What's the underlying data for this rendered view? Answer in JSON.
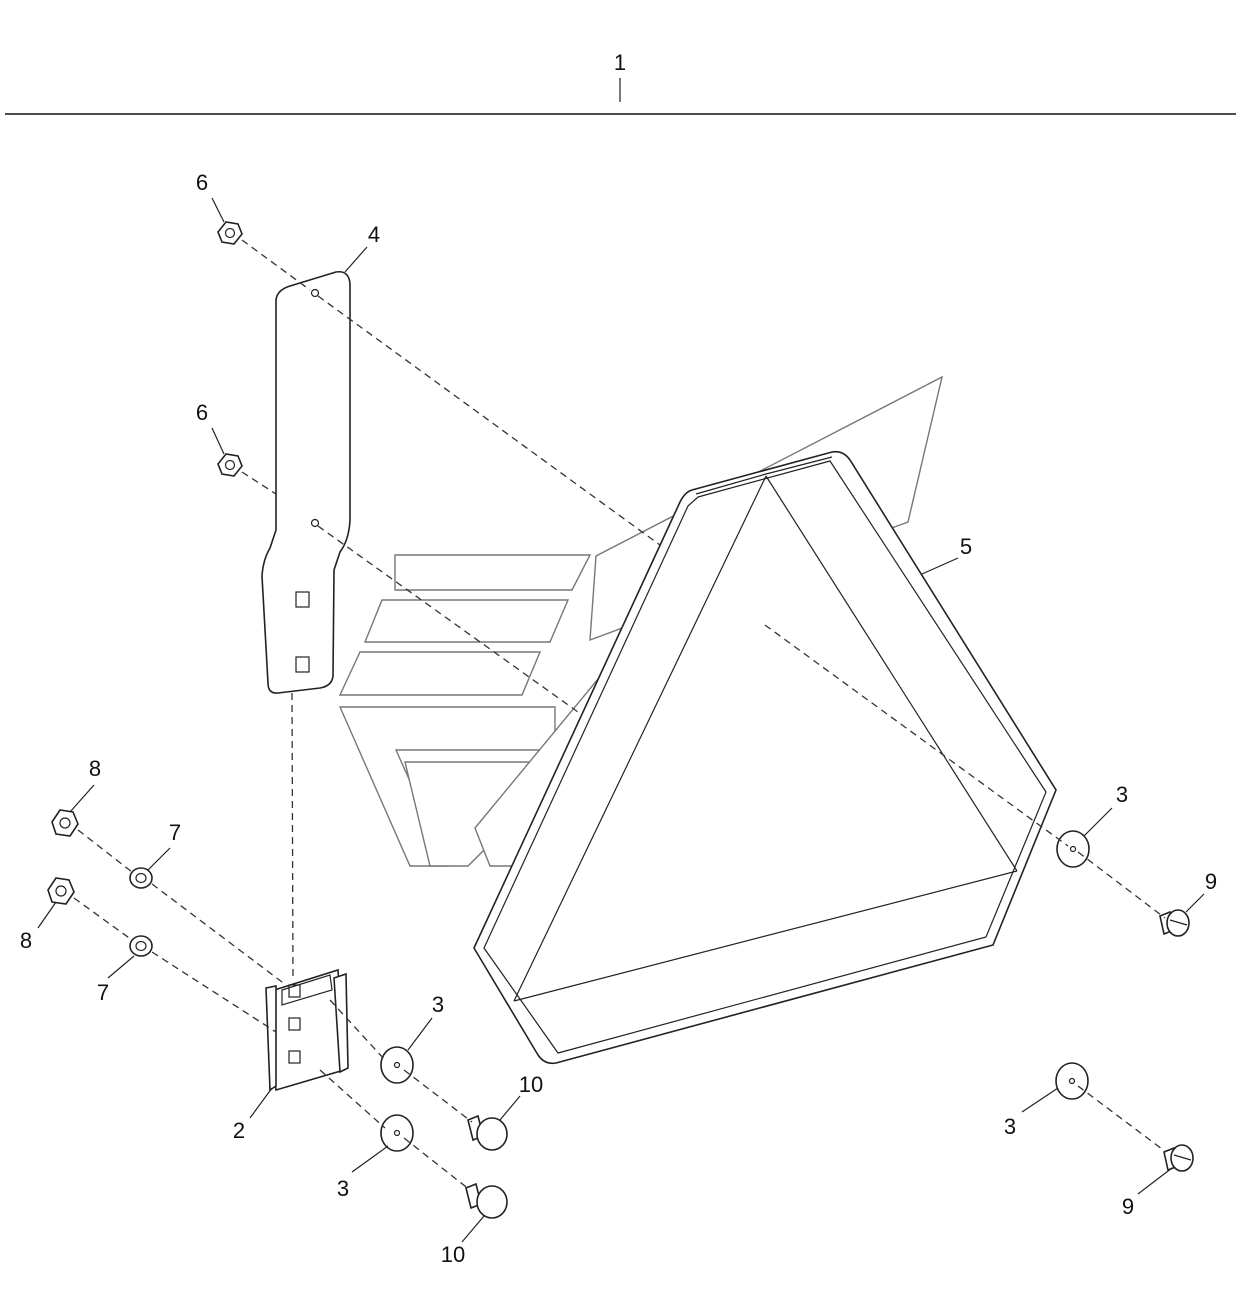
{
  "assembly": {
    "number": "1"
  },
  "callouts": {
    "c2": "2",
    "c3a": "3",
    "c3b": "3",
    "c3c": "3",
    "c3d": "3",
    "c4": "4",
    "c5": "5",
    "c6a": "6",
    "c6b": "6",
    "c7a": "7",
    "c7b": "7",
    "c8a": "8",
    "c8b": "8",
    "c9a": "9",
    "c9b": "9",
    "c10a": "10",
    "c10b": "10"
  },
  "colors": {
    "line": "#222222",
    "background": "#ffffff",
    "watermark": "#777777"
  }
}
